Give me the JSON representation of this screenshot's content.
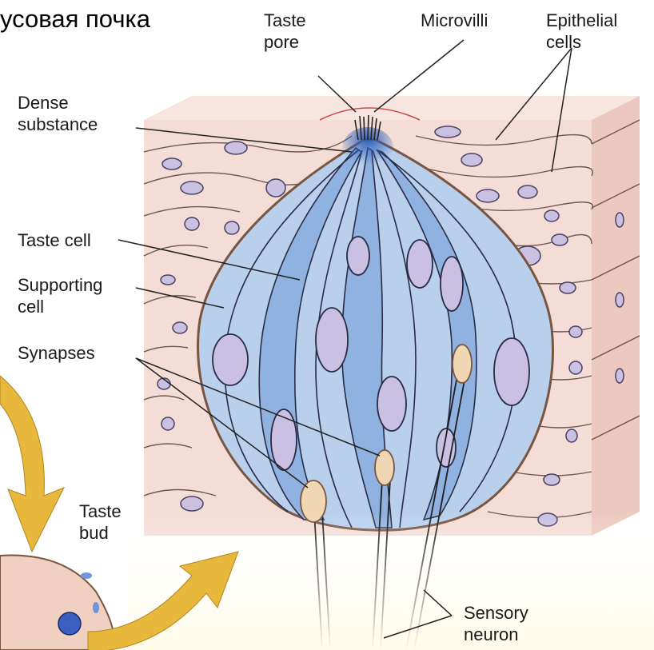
{
  "title": "усовая почка",
  "labels": {
    "taste_pore": [
      "Taste",
      "pore"
    ],
    "microvilli": "Microvilli",
    "epithelial_cells": [
      "Epithelial",
      "cells"
    ],
    "dense_substance": [
      "Dense",
      "substance"
    ],
    "taste_cell": "Taste cell",
    "supporting_cell": [
      "Supporting",
      "cell"
    ],
    "synapses": "Synapses",
    "taste_bud": [
      "Taste",
      "bud"
    ],
    "sensory_neuron": [
      "Sensory",
      "neuron"
    ]
  },
  "colors": {
    "bud_blue": "#b8d0ec",
    "bud_dark_blue": "#7fa6d8",
    "nucleus": "#c9c0e2",
    "tissue_pink": "#f3ddd6",
    "synapse_tan": "#f0d6b2",
    "arrow_gold": "#e8b83c"
  }
}
